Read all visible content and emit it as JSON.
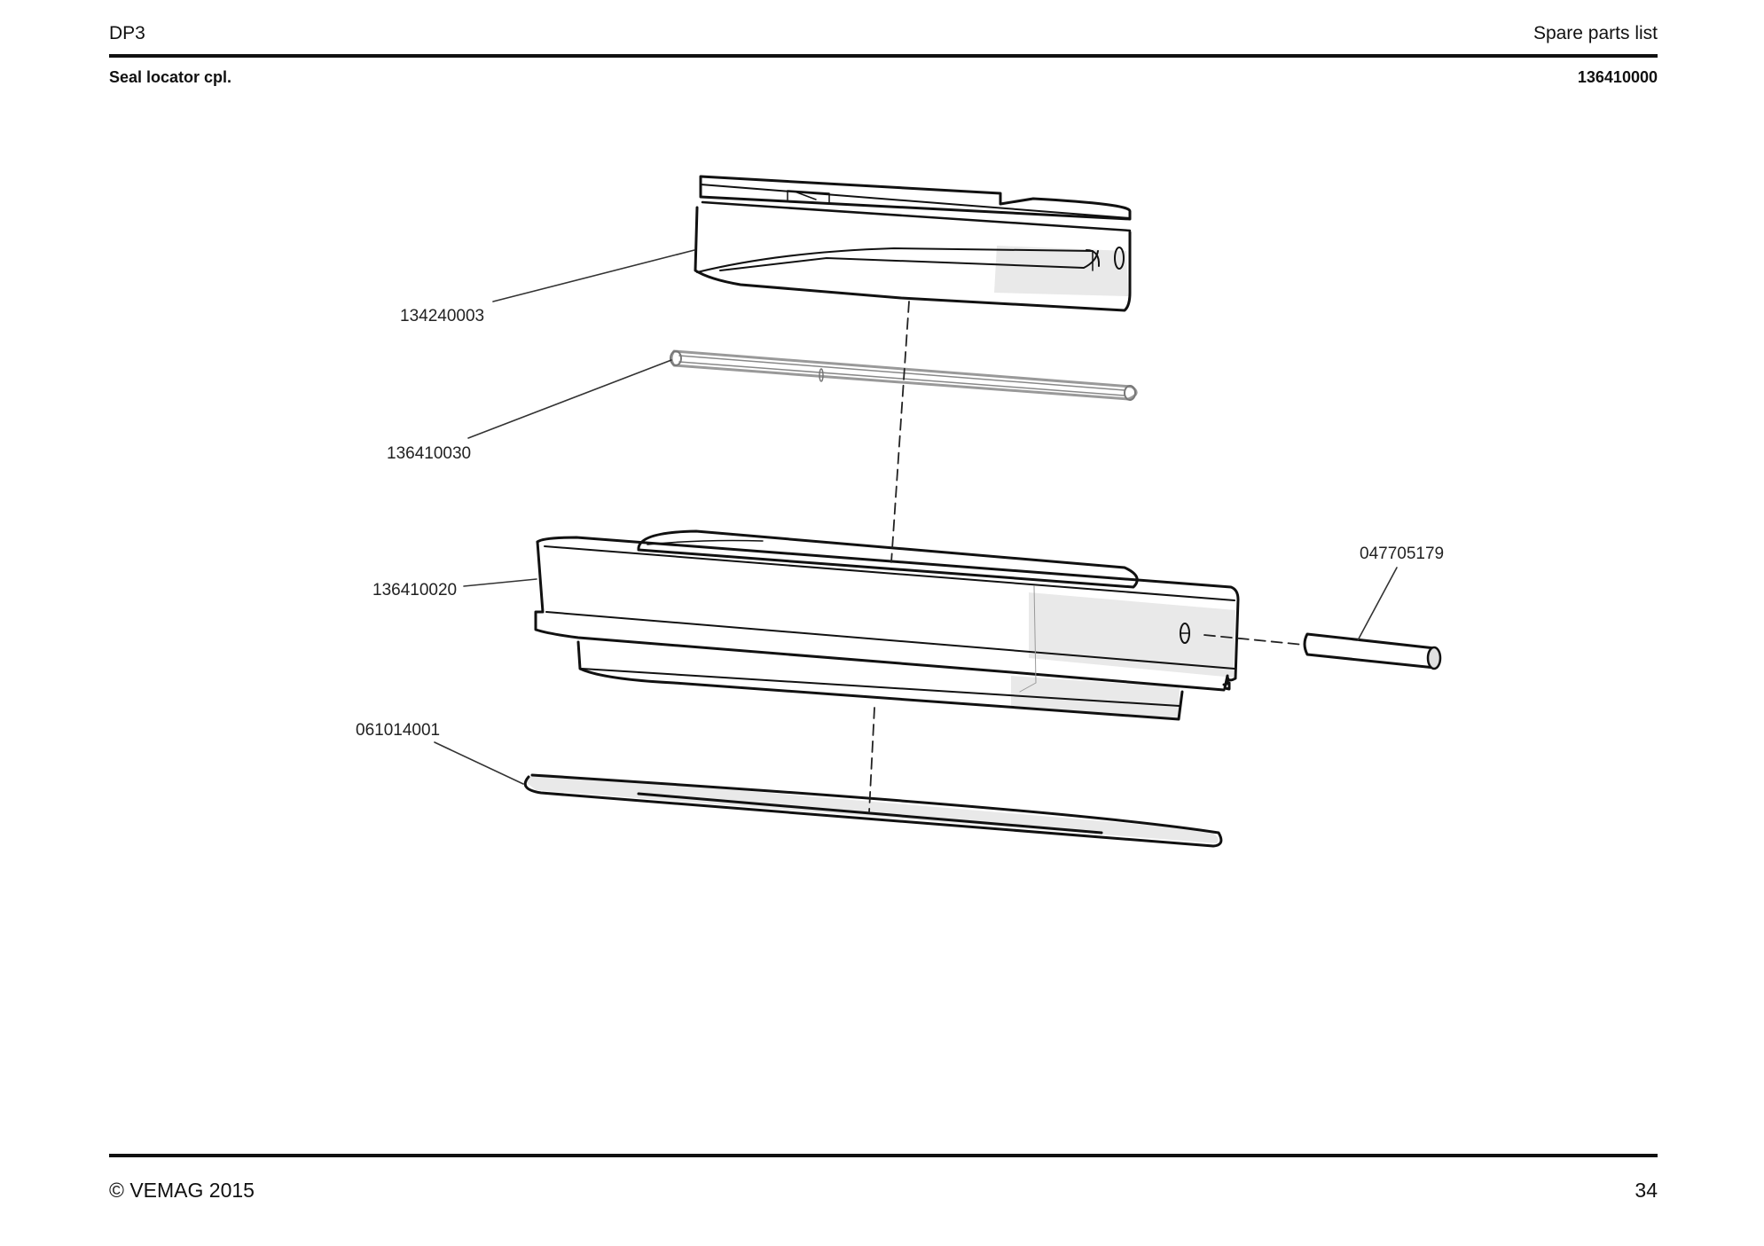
{
  "header": {
    "product": "DP3",
    "doc_type": "Spare parts list",
    "assembly_name": "Seal locator cpl.",
    "assembly_number": "136410000"
  },
  "parts": {
    "p1": "134240003",
    "p2": "136410030",
    "p3": "136410020",
    "p4": "047705179",
    "p5": "061014001"
  },
  "footer": {
    "copyright": "© VEMAG 2015",
    "page_number": "34"
  }
}
